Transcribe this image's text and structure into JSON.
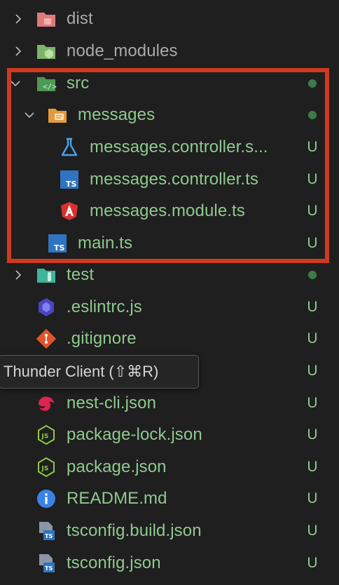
{
  "explorer": {
    "items": [
      {
        "label": "dist",
        "status": "",
        "icon": "folder-dist-icon"
      },
      {
        "label": "node_modules",
        "status": "",
        "icon": "folder-node-icon"
      },
      {
        "label": "src",
        "status": "dot",
        "icon": "folder-src-icon"
      },
      {
        "label": "messages",
        "status": "dot",
        "icon": "folder-messages-icon"
      },
      {
        "label": "messages.controller.s...",
        "status": "U",
        "icon": "test-flask-icon"
      },
      {
        "label": "messages.controller.ts",
        "status": "U",
        "icon": "typescript-icon"
      },
      {
        "label": "messages.module.ts",
        "status": "U",
        "icon": "angular-icon"
      },
      {
        "label": "main.ts",
        "status": "U",
        "icon": "typescript-icon"
      },
      {
        "label": "test",
        "status": "dot",
        "icon": "folder-test-icon"
      },
      {
        "label": ".eslintrc.js",
        "status": "U",
        "icon": "eslint-icon"
      },
      {
        "label": ".gitignore",
        "status": "U",
        "icon": "git-icon"
      },
      {
        "label": "",
        "status": "U",
        "icon": ""
      },
      {
        "label": "nest-cli.json",
        "status": "U",
        "icon": "nestjs-icon"
      },
      {
        "label": "package-lock.json",
        "status": "U",
        "icon": "nodejs-icon"
      },
      {
        "label": "package.json",
        "status": "U",
        "icon": "nodejs-icon"
      },
      {
        "label": "README.md",
        "status": "U",
        "icon": "info-icon"
      },
      {
        "label": "tsconfig.build.json",
        "status": "U",
        "icon": "tsconfig-icon"
      },
      {
        "label": "tsconfig.json",
        "status": "U",
        "icon": "tsconfig-icon"
      }
    ]
  },
  "tooltip": {
    "text": "Thunder Client (⇧⌘R)"
  },
  "colors": {
    "highlight": "#cf3a1e",
    "untracked": "#8ec98e",
    "dot": "#3e7a4a"
  }
}
